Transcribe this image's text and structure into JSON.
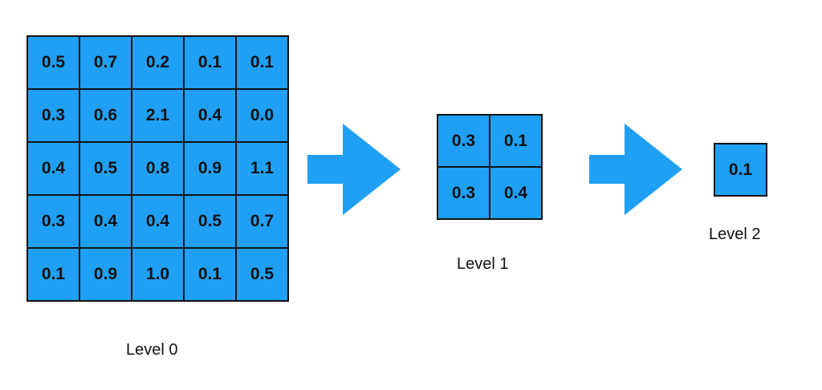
{
  "levels": [
    {
      "label": "Level 0",
      "rows": [
        [
          "0.5",
          "0.7",
          "0.2",
          "0.1",
          "0.1"
        ],
        [
          "0.3",
          "0.6",
          "2.1",
          "0.4",
          "0.0"
        ],
        [
          "0.4",
          "0.5",
          "0.8",
          "0.9",
          "1.1"
        ],
        [
          "0.3",
          "0.4",
          "0.4",
          "0.5",
          "0.7"
        ],
        [
          "0.1",
          "0.9",
          "1.0",
          "0.1",
          "0.5"
        ]
      ]
    },
    {
      "label": "Level 1",
      "rows": [
        [
          "0.3",
          "0.1"
        ],
        [
          "0.3",
          "0.4"
        ]
      ]
    },
    {
      "label": "Level 2",
      "rows": [
        [
          "0.1"
        ]
      ]
    }
  ],
  "colors": {
    "cell_fill": "#1fa0f5",
    "arrow_fill": "#1fa0f5",
    "border": "#111111",
    "text": "#111111"
  },
  "icons": {
    "arrow": "right-arrow-icon"
  }
}
